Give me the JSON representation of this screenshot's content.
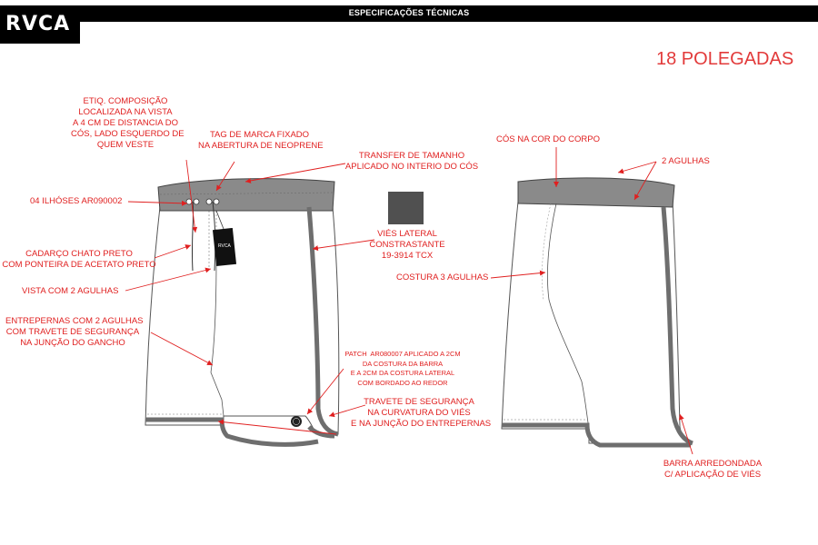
{
  "header": {
    "brand": "RVCA",
    "title": "ESPECIFICAÇÕES TÉCNICAS"
  },
  "size_label": "18 POLEGADAS",
  "colors": {
    "accent": "#e02020",
    "waistband": "#8a8a8a",
    "binding": "#6e6e6e",
    "swatch": "#505050"
  },
  "annotations": {
    "etiq": "ETIQ. COMPOSIÇÃO\nLOCALIZADA NA VISTA\nA 4 CM DE DISTANCIA DO\nCÓS, LADO ESQUERDO DE\nQUEM VESTE",
    "tag": "TAG DE MARCA FIXADO\nNA ABERTURA DE NEOPRENE",
    "transfer": "TRANSFER DE TAMANHO\nAPLICADO NO INTERIO DO CÓS",
    "ilhoses": "04 ILHÓSES AR090002",
    "vies_lateral": "VIÉS LATERAL\nCONSTRASTANTE\n19-3914 TCX",
    "cadarco": "CADARÇO CHATO PRETO\nCOM PONTEIRA DE ACETATO PRETO",
    "vista": "VISTA COM 2 AGULHAS",
    "entrepernas": "ENTREPERNAS COM 2 AGULHAS\nCOM TRAVETE DE SEGURANÇA\nNA JUNÇÃO DO GANCHO",
    "patch": "PATCH  AR080007 APLICADO A 2CM\nDA COSTURA DA BARRA\nE A 2CM DA COSTURA LATERAL\nCOM BORDADO AO REDOR",
    "travete": "TRAVETE DE SEGURANÇA\nNA CURVATURA DO VIÉS\nE NA JUNÇÃO DO ENTREPERNAS",
    "cos_cor": "CÓS NA COR DO CORPO",
    "agulhas": "2 AGULHAS",
    "costura3": "COSTURA 3 AGULHAS",
    "barra": "BARRA ARREDONDADA\nC/ APLICAÇÃO DE VIÉS"
  },
  "tag_text": "RVCA"
}
